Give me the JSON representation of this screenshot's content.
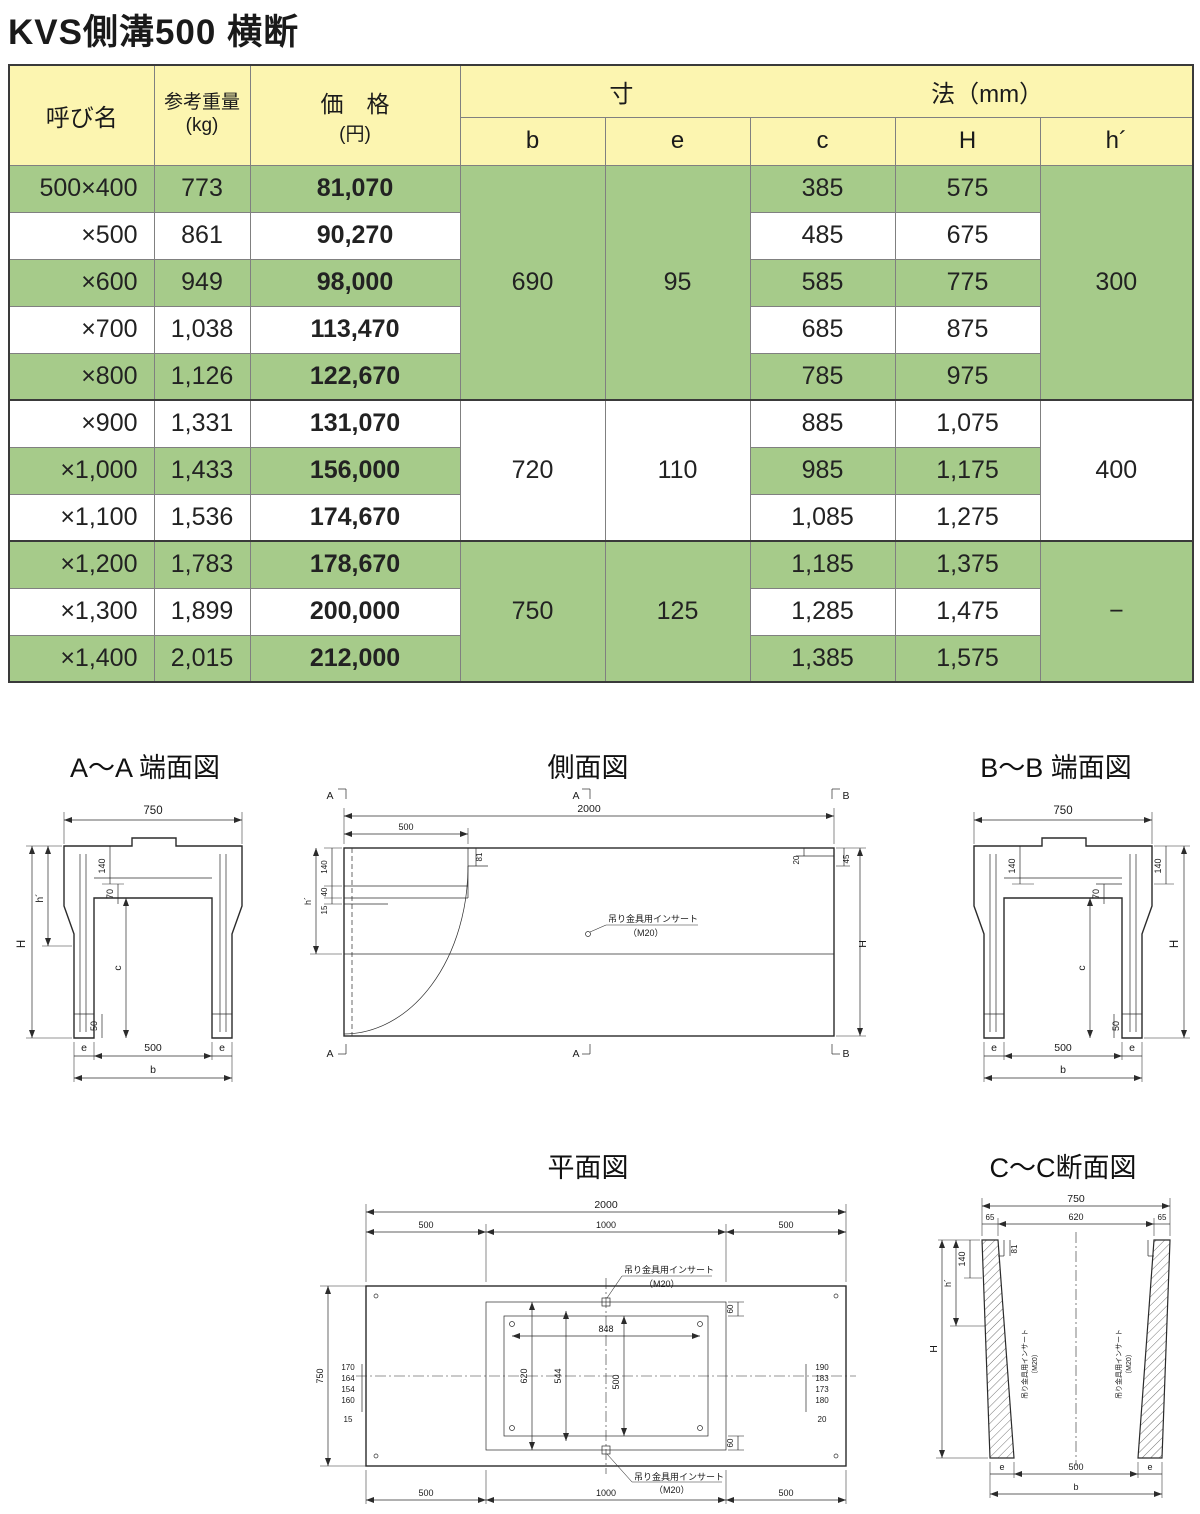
{
  "page": {
    "title": "KVS側溝500 横断"
  },
  "table": {
    "headers": {
      "name": "呼び名",
      "weight1": "参考重量",
      "weight2": "(kg)",
      "price1": "価　格",
      "price2": "(円)",
      "dim1": "寸",
      "dim2": "法（mm）",
      "b": "b",
      "e": "e",
      "c": "c",
      "H": "H",
      "h": "h´"
    },
    "rows": [
      {
        "name": "500×400",
        "weight": "773",
        "price": "81,070",
        "c": "385",
        "H": "575"
      },
      {
        "name": "×500",
        "weight": "861",
        "price": "90,270",
        "c": "485",
        "H": "675"
      },
      {
        "name": "×600",
        "weight": "949",
        "price": "98,000",
        "c": "585",
        "H": "775"
      },
      {
        "name": "×700",
        "weight": "1,038",
        "price": "113,470",
        "c": "685",
        "H": "875"
      },
      {
        "name": "×800",
        "weight": "1,126",
        "price": "122,670",
        "c": "785",
        "H": "975"
      },
      {
        "name": "×900",
        "weight": "1,331",
        "price": "131,070",
        "c": "885",
        "H": "1,075"
      },
      {
        "name": "×1,000",
        "weight": "1,433",
        "price": "156,000",
        "c": "985",
        "H": "1,175"
      },
      {
        "name": "×1,100",
        "weight": "1,536",
        "price": "174,670",
        "c": "1,085",
        "H": "1,275"
      },
      {
        "name": "×1,200",
        "weight": "1,783",
        "price": "178,670",
        "c": "1,185",
        "H": "1,375"
      },
      {
        "name": "×1,300",
        "weight": "1,899",
        "price": "200,000",
        "c": "1,285",
        "H": "1,475"
      },
      {
        "name": "×1,400",
        "weight": "2,015",
        "price": "212,000",
        "c": "1,385",
        "H": "1,575"
      }
    ],
    "groups": [
      {
        "b": "690",
        "e": "95",
        "h": "300"
      },
      {
        "b": "720",
        "e": "110",
        "h": "400"
      },
      {
        "b": "750",
        "e": "125",
        "h": "−"
      }
    ]
  },
  "colors": {
    "header_bg": "#fcf5b0",
    "row_green": "#a6cb8a",
    "row_white": "#ffffff"
  },
  "drawings": {
    "aa": {
      "title": "A〜A 端面図",
      "d750": "750",
      "H": "H",
      "hp": "h´",
      "d140": "140",
      "d70": "70",
      "c": "c",
      "d50": "50",
      "e1": "e",
      "d500": "500",
      "e2": "e",
      "b": "b"
    },
    "side": {
      "title": "側面図",
      "d2000": "2000",
      "d500": "500",
      "d81": "81",
      "d140": "140",
      "d40": "40",
      "d15": "15",
      "hp": "h´",
      "d20": "20",
      "d45": "45",
      "H": "H",
      "insert1": "吊り金具用インサート",
      "insert2": "（M20）",
      "mA": "A",
      "mB": "B"
    },
    "bb": {
      "title": "B〜B 端面図",
      "d750": "750",
      "d140l": "140",
      "d140r": "140",
      "d70": "70",
      "c": "c",
      "d50": "50",
      "H": "H",
      "e1": "e",
      "d500": "500",
      "e2": "e",
      "b": "b"
    },
    "plan": {
      "title": "平面図",
      "d2000": "2000",
      "s1": "500",
      "s2": "1000",
      "s3": "500",
      "d848": "848",
      "d620": "620",
      "d544": "544",
      "d500": "500",
      "d60": "60",
      "left750": "750",
      "l1": "170",
      "l2": "164",
      "l3": "154",
      "l4": "160",
      "l5": "15",
      "r1": "190",
      "r2": "183",
      "r3": "173",
      "r4": "180",
      "r5": "20",
      "insert1": "吊り金具用インサート",
      "insert2": "（M20）"
    },
    "cc": {
      "title": "C〜C断面図",
      "d750": "750",
      "d65l": "65",
      "d620": "620",
      "d65r": "65",
      "d81": "81",
      "d140": "140",
      "hp": "h´",
      "H": "H",
      "insert1": "吊り金具用インサート",
      "insert2": "（M20）",
      "e1": "e",
      "d500": "500",
      "e2": "e",
      "b": "b"
    }
  }
}
